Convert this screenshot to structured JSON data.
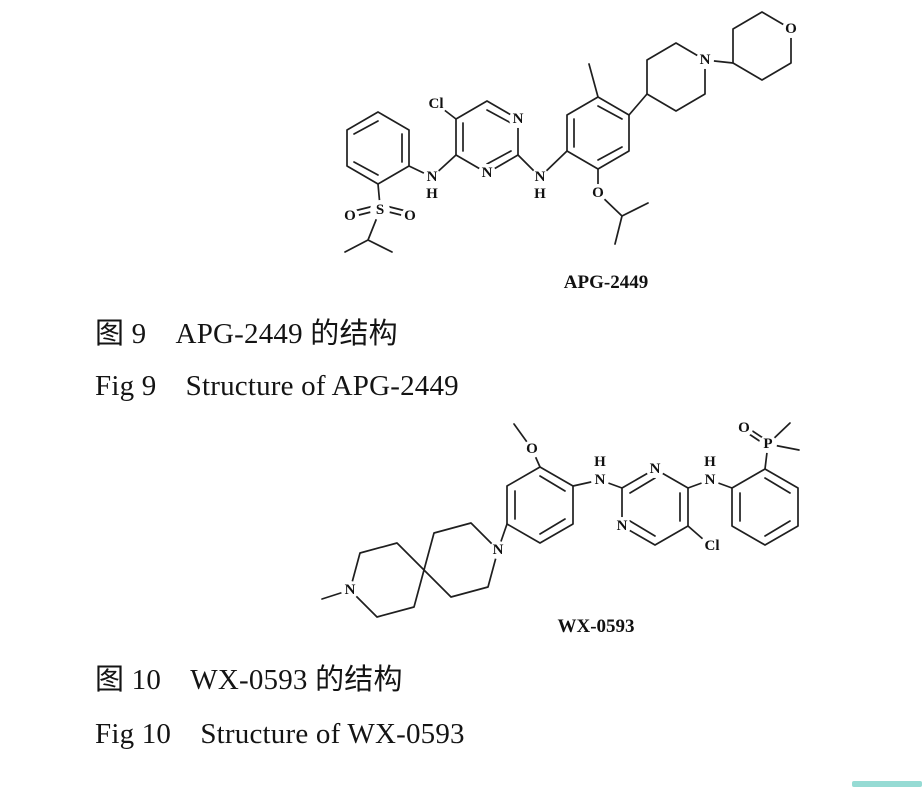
{
  "page": {
    "background": "#ffffff"
  },
  "colors": {
    "ink": "#1f1f1f",
    "accent_teal": "#3fbdb0"
  },
  "symbols": {
    "Cl": "Cl",
    "N": "N",
    "H": "H",
    "O": "O",
    "S": "S",
    "P": "P"
  },
  "figures": [
    {
      "compound": "APG-2449",
      "caption_zh": "图 9　APG-2449 的结构",
      "caption_en": "Fig 9　Structure of APG-2449"
    },
    {
      "compound": "WX-0593",
      "caption_zh": "图 10　WX-0593 的结构",
      "caption_en": "Fig 10　Structure of WX-0593"
    }
  ]
}
